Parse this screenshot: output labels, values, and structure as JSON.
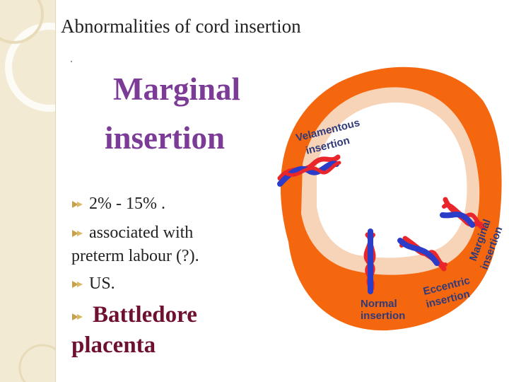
{
  "slide": {
    "title": "Abnormalities of cord insertion",
    "heading_line1": "Marginal",
    "heading_line2": "insertion",
    "bullets": {
      "b1": "2% - 15% .",
      "b2_line1": "associated with",
      "b2_line2": "preterm labour (?).",
      "b3": "US.",
      "b4_line1": "Battledore",
      "b4_line2": "placenta"
    }
  },
  "diagram": {
    "labels": {
      "velamentous_1": "Velamentous",
      "velamentous_2": "insertion",
      "marginal_1": "Marginal",
      "marginal_2": "insertion",
      "eccentric_1": "Eccentric",
      "eccentric_2": "insertion",
      "normal_1": "Normal",
      "normal_2": "insertion"
    },
    "colors": {
      "placenta": "#f5670f",
      "membrane": "#f7d3b8",
      "artery": "#e8262b",
      "vein": "#2a3cc8",
      "label": "#2f3a7a"
    }
  },
  "theme": {
    "title_color": "#222222",
    "heading_color": "#7b3b97",
    "accent_color": "#6e1130",
    "bullet_icon": "bullet-icon"
  }
}
